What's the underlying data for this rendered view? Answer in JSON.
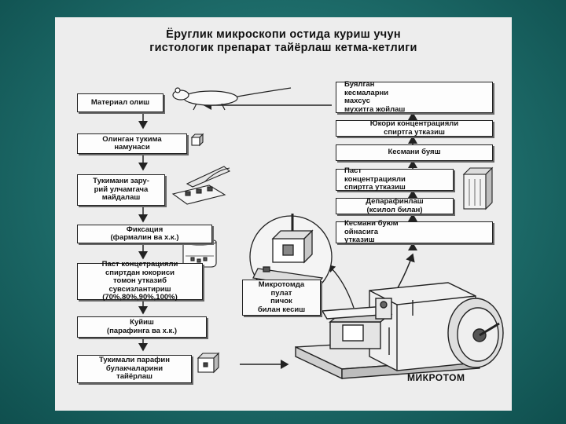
{
  "title": {
    "line1": "Ёруглик микроскопи остида куриш учун",
    "line2": "гистологик препарат тайёрлаш кетма-кетлиги"
  },
  "left_steps": [
    "Материал олиш",
    "Олинган тукима\nнамунаси",
    "Тукимани зару-\nрий улчамгача\nмайдалаш",
    "Фиксация\n(фармалин ва х.к.)",
    "Паст концетрацияли\nспиртдан юкориси\nтомон утказиб\nсувсизлантириш\n(70%,80%,90%,100%)",
    "Куйиш\n(парафинга ва х.к.)",
    "Тукимали парафин\nбулакчаларини\nтайёрлаш"
  ],
  "right_steps": [
    "Буялган\nкесмаларни\nмахсус\nмухитга жойлаш",
    "Юкори концентрацияли\nспиртга утказиш",
    "Кесмани буяш",
    "Паст\nконцентрацияли\nспиртга утказиш",
    "Депарафинлаш\n(ксилол билан)",
    "Кесмани буюм\nойнасига\nутказиш"
  ],
  "microtome_note": "Микротомда\nпулат\nпичок\nбилан кесиш",
  "microtome_label": "МИКРОТОМ",
  "colors": {
    "background": "#1d6b69",
    "panel": "#ededed",
    "box_border": "#222222"
  }
}
